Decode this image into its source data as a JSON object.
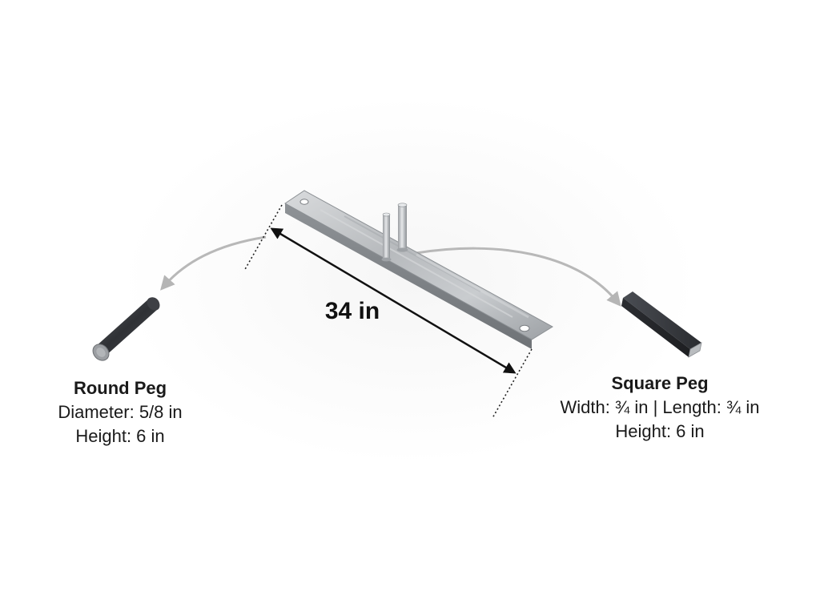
{
  "dimension": {
    "length_label": "34 in"
  },
  "round_peg": {
    "title": "Round Peg",
    "diameter": "Diameter: 5/8 in",
    "height": "Height: 6 in"
  },
  "square_peg": {
    "title": "Square Peg",
    "width_length": "Width: ¾ in | Length: ¾ in",
    "height": "Height: 6 in"
  },
  "colors": {
    "plate_metal": "#b9bcbf",
    "peg_dark": "#3a3c40",
    "arrow_gray": "#b5b5b5",
    "dimension_line": "#111111"
  },
  "icons": {
    "round_peg": "round-peg-icon",
    "square_peg": "square-peg-icon",
    "plate": "galvanized-plate-icon"
  }
}
